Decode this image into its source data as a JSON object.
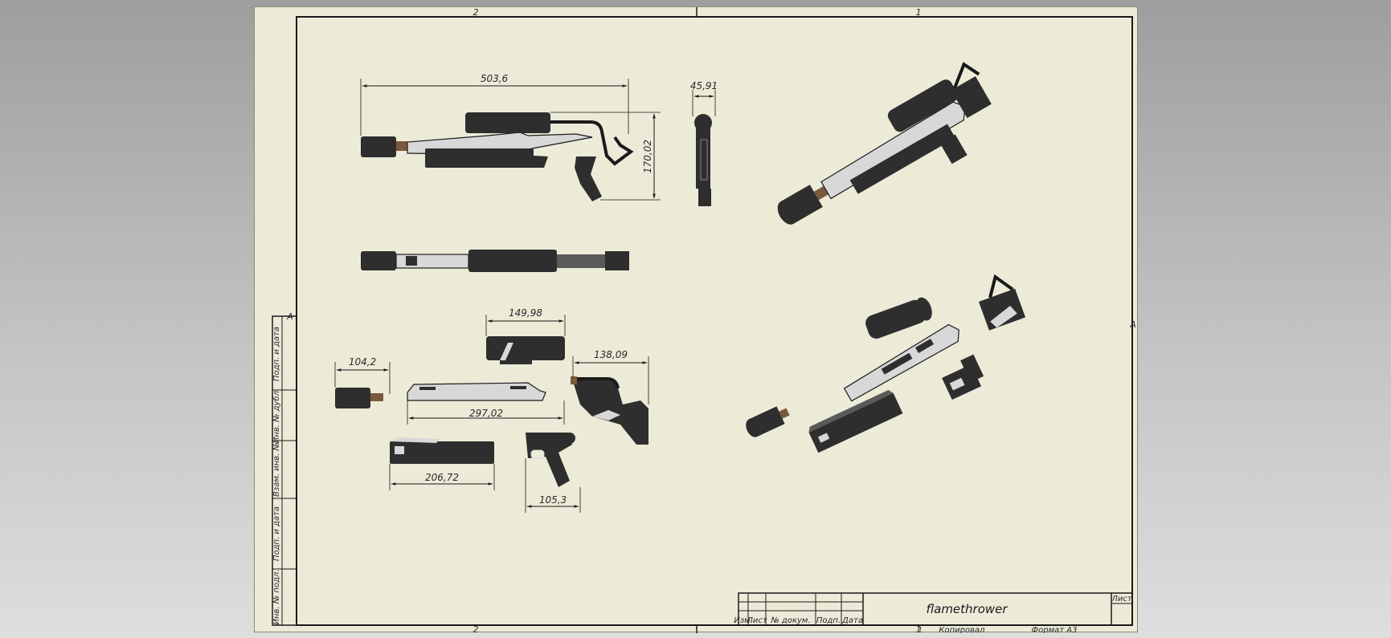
{
  "sheet": {
    "zones": {
      "top_left": "2",
      "top_right": "1",
      "bottom_left": "2",
      "bottom_right": "1",
      "left_mid": "A",
      "right_mid": "A"
    },
    "side_stamp": [
      "Подп. и дата",
      "Инв. № дубл.",
      "Взам. инв. №",
      "Подп. и дата",
      "Инв. № подл."
    ]
  },
  "dimensions": {
    "overall_length": "503,6",
    "overall_height": "170,02",
    "width": "45,91",
    "tank": "149,98",
    "nozzle": "104,2",
    "top_rail": "297,02",
    "stock": "138,09",
    "lower_body": "206,72",
    "grip": "105,3"
  },
  "title_block": {
    "title": "flamethrower",
    "sheet_label": "Лист",
    "headers": [
      "Изм.",
      "Лист",
      "№ докум.",
      "Подп.",
      "Дата"
    ],
    "footer": {
      "page": "1",
      "copied": "Копировал",
      "format": "Формат А3"
    }
  },
  "colors": {
    "paper": "#ecebd8",
    "line": "#1a1a1a",
    "part_dark": "#2e2e2e",
    "part_light": "#d8d8d8"
  }
}
